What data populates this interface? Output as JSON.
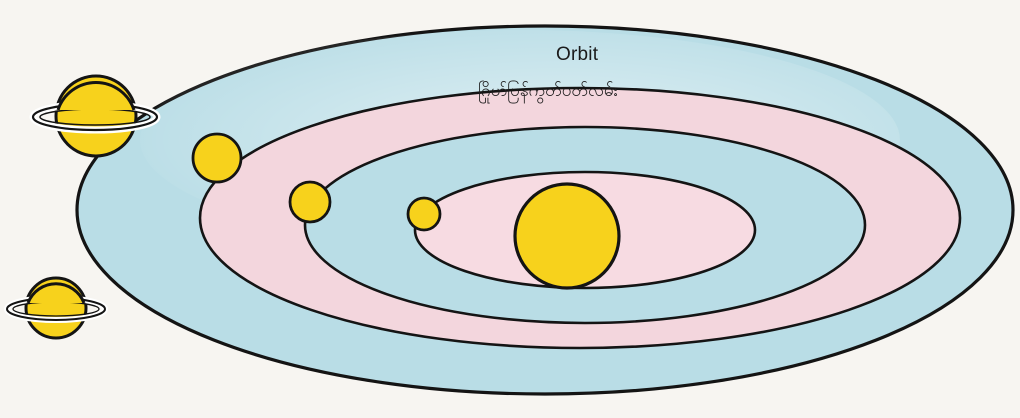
{
  "labels": {
    "orbit_en": "Orbit",
    "orbit_my": "ဂြိုဟ်ပြန်ကွတ်ပတ်လမ်း"
  },
  "colors": {
    "background": "#f7f5f1",
    "outer_ring": "#b9dde6",
    "pink_ring": "#f3d6dd",
    "inner_ring": "#b9dde6",
    "center": "#f7dbe2",
    "body_fill": "#f7d21c",
    "outline": "#141414"
  },
  "elements": [
    {
      "kind": "sun",
      "name": "sun"
    },
    {
      "kind": "planet",
      "name": "planet-1"
    },
    {
      "kind": "planet",
      "name": "planet-2"
    },
    {
      "kind": "planet",
      "name": "planet-3"
    },
    {
      "kind": "ringed-planet",
      "name": "ringed-planet-outer"
    },
    {
      "kind": "ringed-planet",
      "name": "ringed-planet-lower"
    }
  ]
}
